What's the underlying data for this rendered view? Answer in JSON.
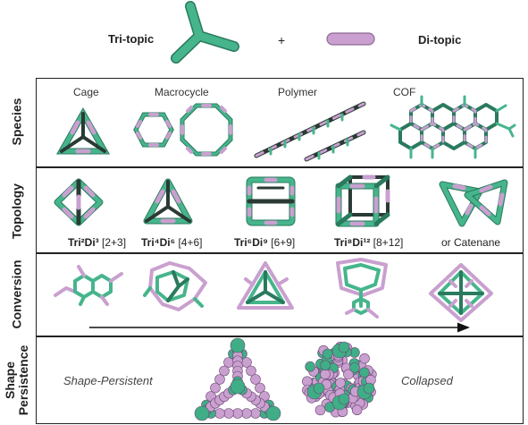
{
  "legend": {
    "tritopic": "Tri-topic",
    "plus": "+",
    "ditopic": "Di-topic"
  },
  "rows": {
    "species": "Species",
    "topology": "Topology",
    "conversion": "Conversion",
    "shape_line1": "Shape",
    "shape_line2": "Persistence"
  },
  "species": {
    "cage": "Cage",
    "macrocycle": "Macrocycle",
    "polymer": "Polymer",
    "cof": "COF"
  },
  "topology": [
    {
      "name": "Tri²Di³",
      "ratio": " [2+3]"
    },
    {
      "name": "Tri⁴Di⁶",
      "ratio": " [4+6]"
    },
    {
      "name": "Tri⁶Di⁹",
      "ratio": " [6+9]"
    },
    {
      "name": "Tri⁸Di¹²",
      "ratio": " [8+12]"
    },
    {
      "name": "",
      "ratio": "or Catenane"
    }
  ],
  "shape": {
    "persistent": "Shape-Persistent",
    "collapsed": "Collapsed"
  },
  "colors": {
    "green": "#3fae86",
    "pink": "#c9a0cf",
    "dark": "#2a3a34"
  }
}
